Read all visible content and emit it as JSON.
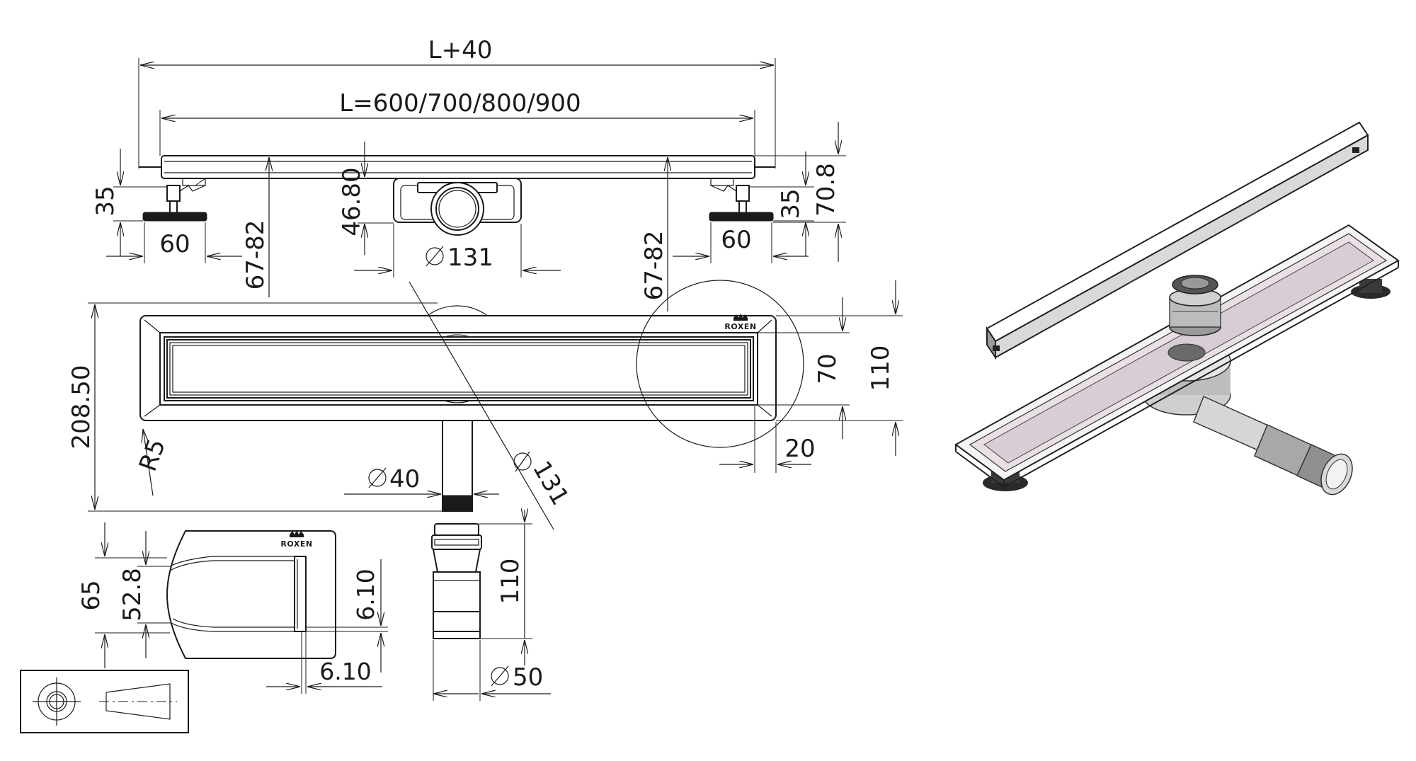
{
  "brand": "ROXEN",
  "dimensions": {
    "overall_length": "L+40",
    "channel_length": "L=600/700/800/900",
    "foot_height_left": "35",
    "foot_width_left": "60",
    "leg_adjust_left": "67-82",
    "outlet_depth": "46.80",
    "outlet_diameter_front": "131",
    "leg_adjust_right": "67-82",
    "foot_width_right": "60",
    "foot_height_right": "35",
    "total_height": "70.8",
    "plan_width": "208.50",
    "corner_radius": "R5",
    "pipe_diameter": "40",
    "outlet_diameter_plan": "131",
    "grate_width": "70",
    "frame_width": "110",
    "flange": "20",
    "section_height": "65",
    "section_inner": "52.8",
    "wall_vertical": "6.10",
    "wall_horizontal": "6.10",
    "adapter_length": "110",
    "adapter_diameter": "50"
  },
  "icons": {
    "projection_symbol": "third-angle-projection-icon",
    "isometric": "drain-assembly-isometric"
  }
}
